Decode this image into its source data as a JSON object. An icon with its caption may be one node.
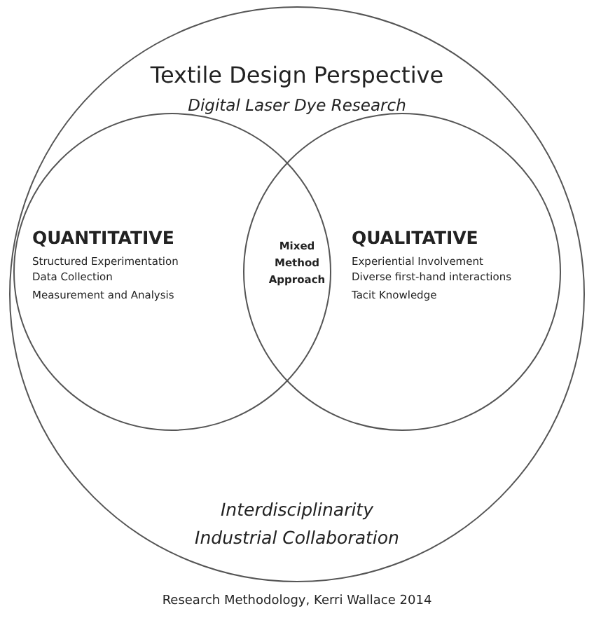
{
  "diagram": {
    "caption": "Research Methodology, Kerri Wallace 2014",
    "nodes": [
      {
        "text": [
          "Textile Design Perspective",
          "Digital Laser Dye Research",
          "Interdisciplinarity",
          "Industrial Collaboration"
        ]
      },
      {
        "text": [
          "QUANTITATIVE",
          "Structured Experimentation",
          "Data Collection",
          "Measurement and Analysis"
        ],
        "in": 0
      },
      {
        "text": [
          "QUALITATIVE",
          "Experiential Involvement",
          "Diverse first-hand interactions",
          "Tacit Knowledge"
        ],
        "in": 0
      }
    ],
    "edges": [],
    "labels": [
      "Mixed Method Approach"
    ]
  }
}
